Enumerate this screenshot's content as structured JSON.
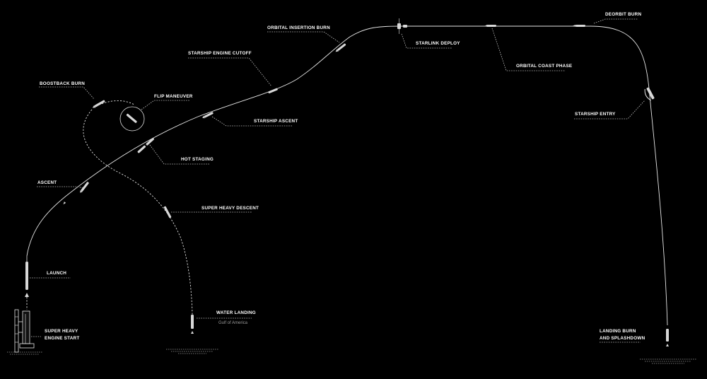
{
  "labels": {
    "launch": "LAUNCH",
    "super_heavy_engine_start_line1": "SUPER HEAVY",
    "super_heavy_engine_start_line2": "ENGINE START",
    "ascent": "ASCENT",
    "boostback_burn": "BOOSTBACK BURN",
    "flip_maneuver": "FLIP MANEUVER",
    "hot_staging": "HOT STAGING",
    "starship_ascent": "STARSHIP ASCENT",
    "starship_engine_cutoff": "STARSHIP ENGINE CUTOFF",
    "orbital_insertion_burn": "ORBITAL INSERTION BURN",
    "starlink_deploy": "STARLINK DEPLOY",
    "orbital_coast_phase": "ORBITAL COAST PHASE",
    "deorbit_burn": "DEORBIT BURN",
    "starship_entry": "STARSHIP ENTRY",
    "super_heavy_descent": "SUPER HEAVY DESCENT",
    "water_landing": "WATER LANDING",
    "water_landing_location": "Gulf of America",
    "landing_burn_line1": "LANDING BURN",
    "landing_burn_line2": "AND SPLASHDOWN"
  },
  "colors": {
    "background": "#000000",
    "foreground": "#ffffff",
    "secondary_text": "#9a9a9a"
  }
}
